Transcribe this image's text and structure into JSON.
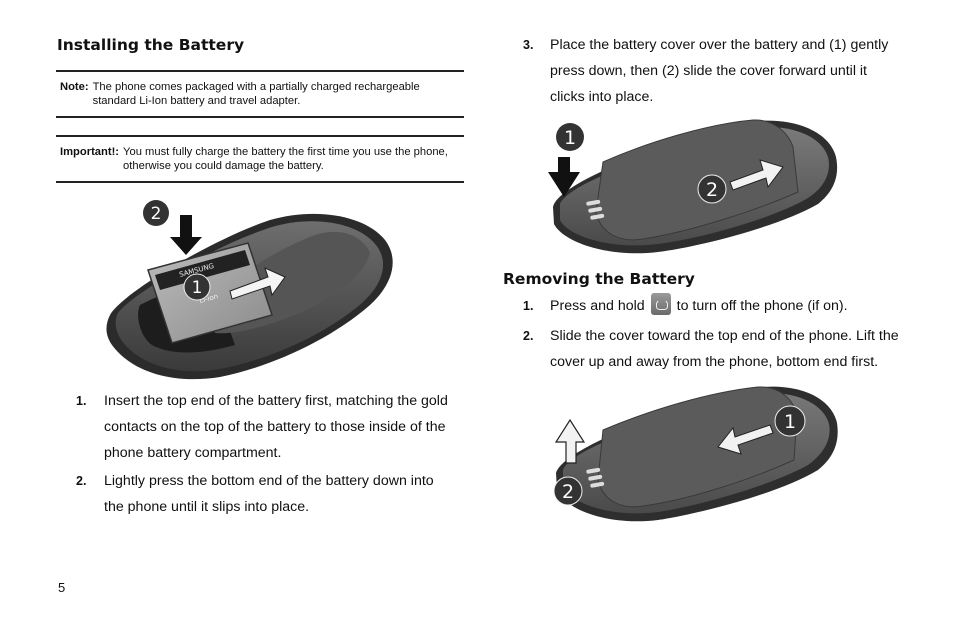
{
  "left": {
    "heading": "Installing the Battery",
    "note": {
      "label": "Note:",
      "text": "The phone comes packaged with a partially charged rechargeable standard Li-Ion battery and travel adapter."
    },
    "important": {
      "label": "Important!:",
      "text": "You must fully charge the battery the first time you use the phone, otherwise you could damage the battery."
    },
    "figure_callouts": [
      "2",
      "1"
    ],
    "steps": [
      {
        "num": "1.",
        "text": "Insert the top end of the battery first, matching the gold contacts on the top of the battery to those inside of the phone battery compartment."
      },
      {
        "num": "2.",
        "text": "Lightly press the bottom end of the battery down into the phone until it slips into place."
      }
    ]
  },
  "right": {
    "step3": {
      "num": "3.",
      "text": "Place the battery cover over the battery and (1) gently press down, then (2) slide the cover forward until it clicks into place."
    },
    "figure1_callouts": [
      "1",
      "2"
    ],
    "heading": "Removing the Battery",
    "steps": [
      {
        "num": "1.",
        "text_before": "Press and hold",
        "icon": "end-power-key-icon",
        "text_after": "to turn off the phone (if on)."
      },
      {
        "num": "2.",
        "text": "Slide the cover toward the top end of the phone. Lift the cover up and away from the phone, bottom end first."
      }
    ],
    "figure2_callouts": [
      "1",
      "2"
    ]
  },
  "page_number": "5"
}
